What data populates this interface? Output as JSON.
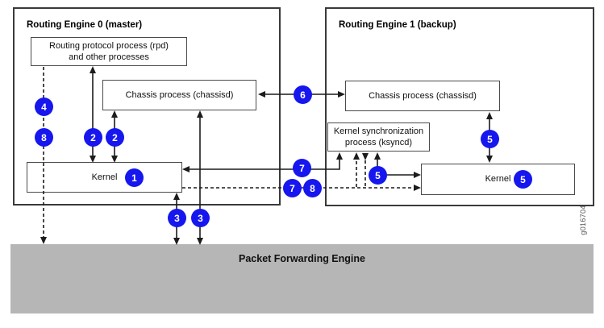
{
  "diagram": {
    "re0": {
      "title": "Routing Engine 0 (master)",
      "rpd_line1": "Routing protocol process (rpd)",
      "rpd_line2": "and other processes",
      "chassisd": "Chassis process (chassisd)",
      "kernel": "Kernel"
    },
    "re1": {
      "title": "Routing Engine 1 (backup)",
      "chassisd": "Chassis process (chassisd)",
      "ksyncd_line1": "Kernel synchronization",
      "ksyncd_line2": "process (ksyncd)",
      "kernel": "Kernel"
    },
    "pfe": {
      "label": "Packet Forwarding Engine"
    },
    "watermark": "g016704",
    "badges": {
      "n1": "1",
      "n2a": "2",
      "n2b": "2",
      "n3a": "3",
      "n3b": "3",
      "n4": "4",
      "n5a": "5",
      "n5b": "5",
      "n5c": "5",
      "n6": "6",
      "n7a": "7",
      "n7b": "7",
      "n8a": "8",
      "n8b": "8"
    },
    "colors": {
      "badge_blue": "#1616ee",
      "pfe_gray": "#b6b6b6",
      "line_black": "#1c1c1c",
      "box_border": "#4b4b4b"
    }
  }
}
